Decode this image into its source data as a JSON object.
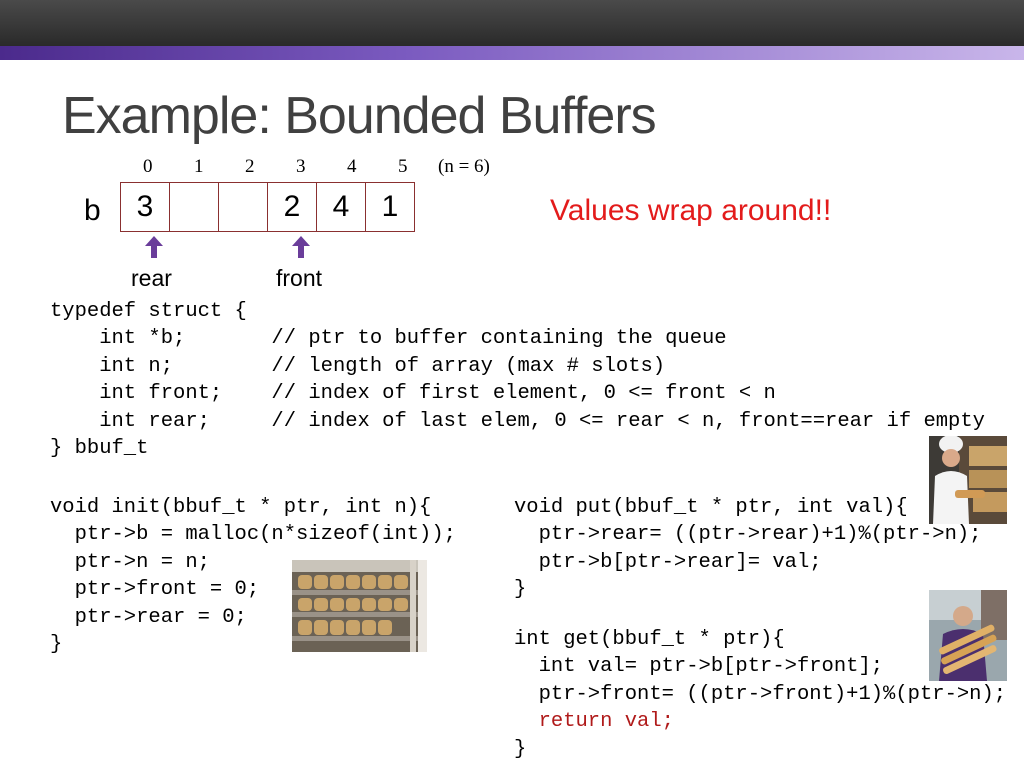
{
  "slide": {
    "title": "Example: Bounded Buffers",
    "index_labels": [
      "0",
      "1",
      "2",
      "3",
      "4",
      "5"
    ],
    "array_size_note": "(n = 6)",
    "array_label": "b",
    "array_cells": [
      "3",
      "",
      "",
      "2",
      "4",
      "1"
    ],
    "note": "Values wrap around!!",
    "rear_label": "rear",
    "front_label": "front",
    "colors": {
      "accent_red": "#e31b1b",
      "code_red": "#b01a1a",
      "arrow": "#6a3d9a",
      "title": "#404040"
    }
  },
  "code": {
    "struct_lines": [
      "typedef struct {",
      "    int *b;       // ptr to buffer containing the queue",
      "    int n;        // length of array (max # slots)",
      "    int front;    // index of first element, 0 <= front < n",
      "    int rear;     // index of last elem, 0 <= rear < n, front==rear if empty",
      "} bbuf_t"
    ],
    "init_lines": [
      "void init(bbuf_t * ptr, int n){",
      "  ptr->b = malloc(n*sizeof(int));",
      "  ptr->n = n;",
      "  ptr->front = 0;",
      "  ptr->rear = 0;",
      "}"
    ],
    "put_lines": [
      "void put(bbuf_t * ptr, int val){",
      "  ptr->rear= ((ptr->rear)+1)%(ptr->n);",
      "  ptr->b[ptr->rear]= val;",
      "}"
    ],
    "get_lines": [
      "int get(bbuf_t * ptr){",
      "  int val= ptr->b[ptr->front];",
      "  ptr->front= ((ptr->front)+1)%(ptr->n);",
      "  return val;",
      "}"
    ]
  }
}
